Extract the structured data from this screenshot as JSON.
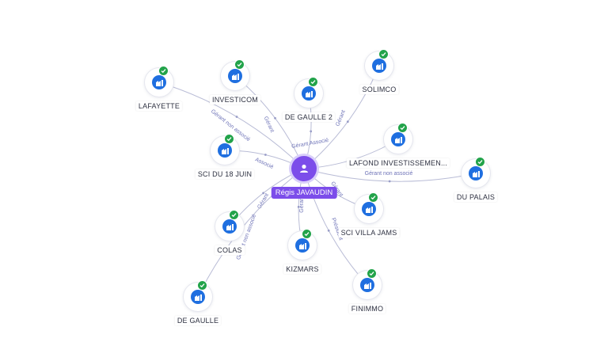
{
  "center": {
    "name": "Régis JAVAUDIN",
    "icon": "person-icon",
    "color": "#7c4dea"
  },
  "companies": [
    {
      "id": "lafayette",
      "name": "LAFAYETTE",
      "relation": "Gérant non associé",
      "icon": "building-icon",
      "verified": true
    },
    {
      "id": "investicom",
      "name": "INVESTICOM",
      "relation": "Gérant",
      "icon": "building-icon",
      "verified": true
    },
    {
      "id": "de-gaulle-2",
      "name": "DE GAULLE 2",
      "relation": "Gérant Associé",
      "icon": "building-icon",
      "verified": true
    },
    {
      "id": "solimco",
      "name": "SOLIMCO",
      "relation": "Gérant",
      "icon": "building-icon",
      "verified": true
    },
    {
      "id": "lafond",
      "name": "LAFOND INVESTISSEMEN...",
      "relation": "",
      "icon": "building-icon",
      "verified": true
    },
    {
      "id": "sci-du-18-juin",
      "name": "SCI DU 18 JUIN",
      "relation": "Associé",
      "icon": "building-icon",
      "verified": true
    },
    {
      "id": "du-palais",
      "name": "DU PALAIS",
      "relation": "Gérant non associé",
      "icon": "building-icon",
      "verified": true
    },
    {
      "id": "sci-villa-jams",
      "name": "SCI VILLA JAMS",
      "relation": "Gérant",
      "icon": "building-icon",
      "verified": true
    },
    {
      "id": "colas",
      "name": "COLAS",
      "relation": "Gérant",
      "icon": "building-icon",
      "verified": true
    },
    {
      "id": "kizmars",
      "name": "KIZMARS",
      "relation": "Gérant",
      "icon": "building-icon",
      "verified": true
    },
    {
      "id": "finimmo",
      "name": "FINIMMO",
      "relation": "Président",
      "icon": "building-icon",
      "verified": true
    },
    {
      "id": "de-gaulle",
      "name": "DE GAULLE",
      "relation": "Gérant non associé",
      "icon": "building-icon",
      "verified": true
    }
  ],
  "colors": {
    "company_icon": "#1f6fe0",
    "verified_badge": "#22a34a",
    "edge": "#b9bcd6",
    "edge_label": "#6f74b8"
  }
}
